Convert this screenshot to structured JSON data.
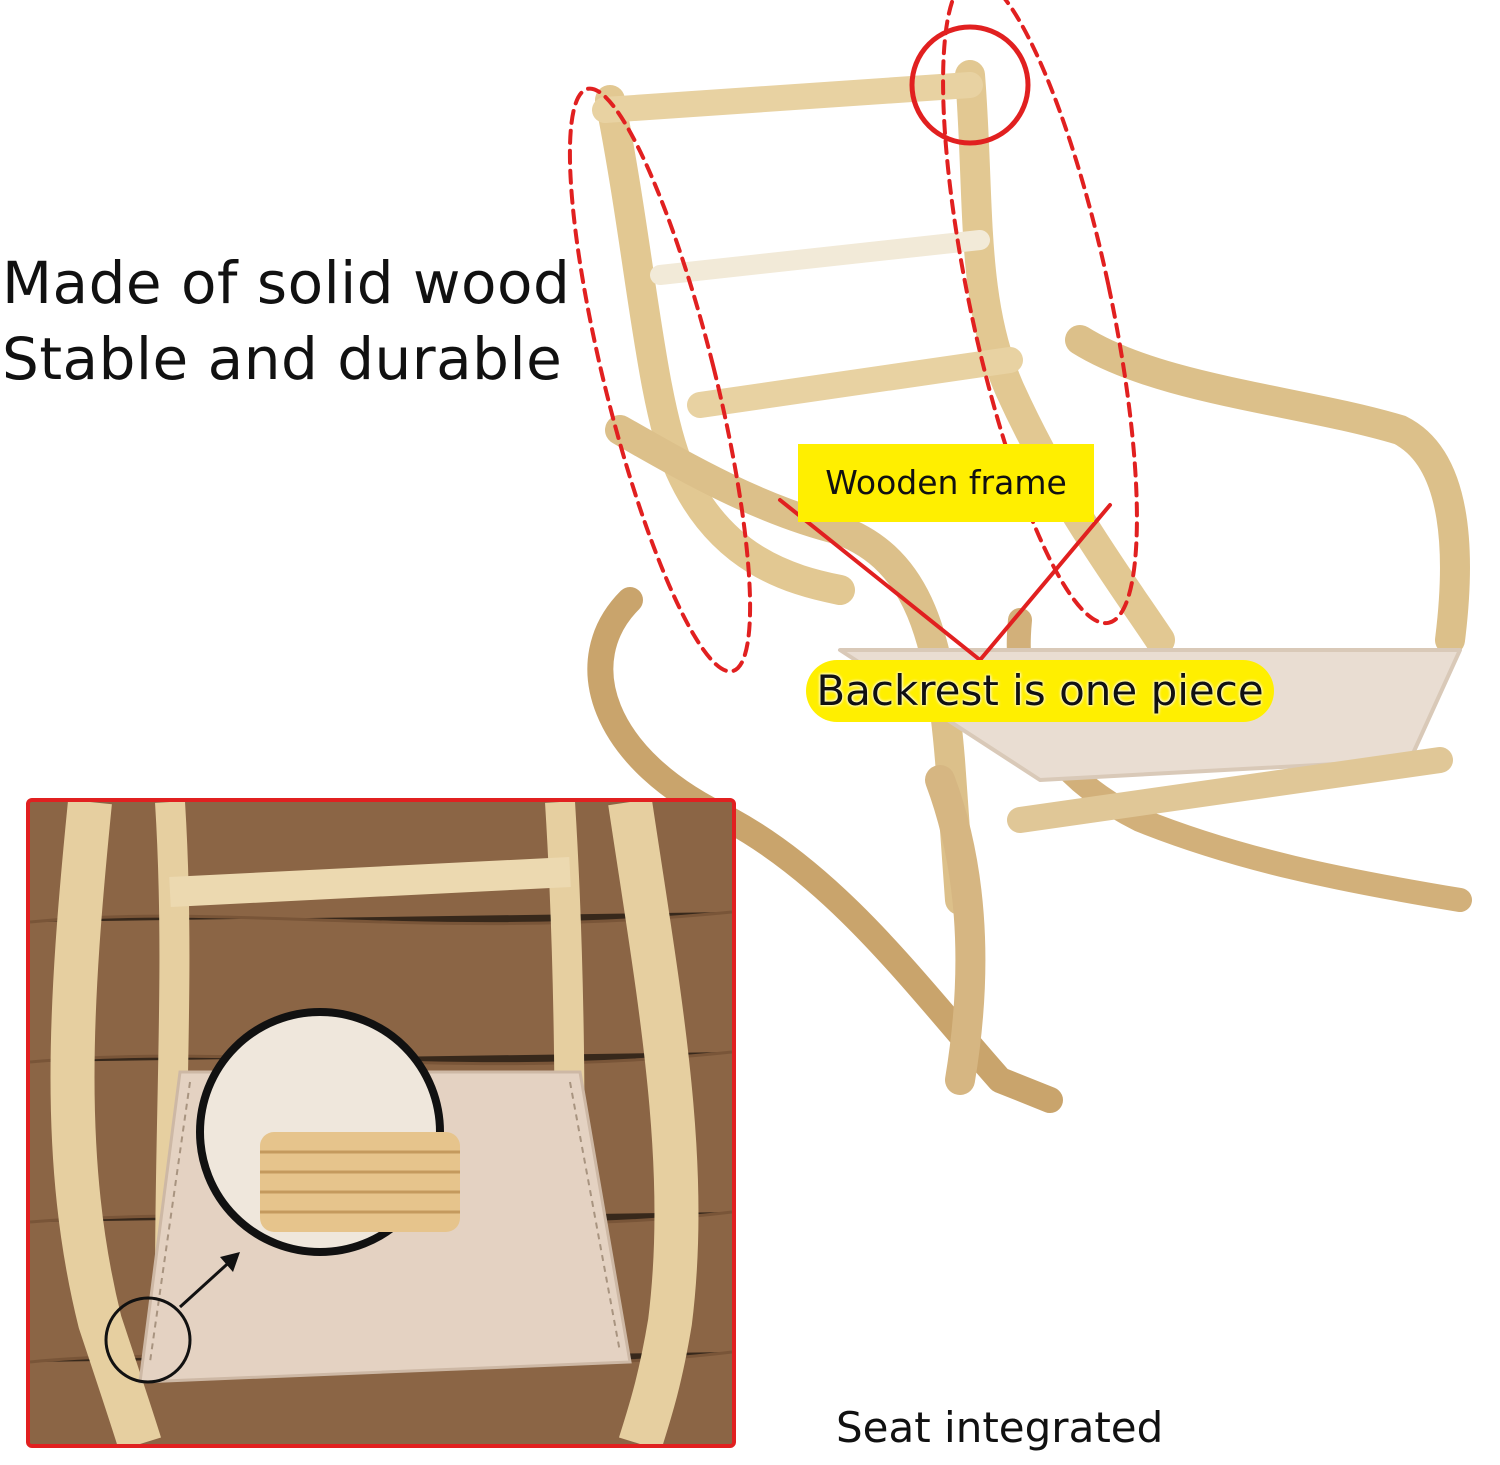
{
  "headline": {
    "line1": "Made of solid wood",
    "line2": "Stable and durable"
  },
  "callouts": {
    "wooden_frame": "Wooden frame",
    "backrest": "Backrest is one piece",
    "seat": "Seat integrated"
  },
  "colors": {
    "highlight": "#ffef00",
    "annotation_red": "#e12020",
    "wood": "#e6cfa0",
    "canvas_seat": "#e9ddd2"
  }
}
